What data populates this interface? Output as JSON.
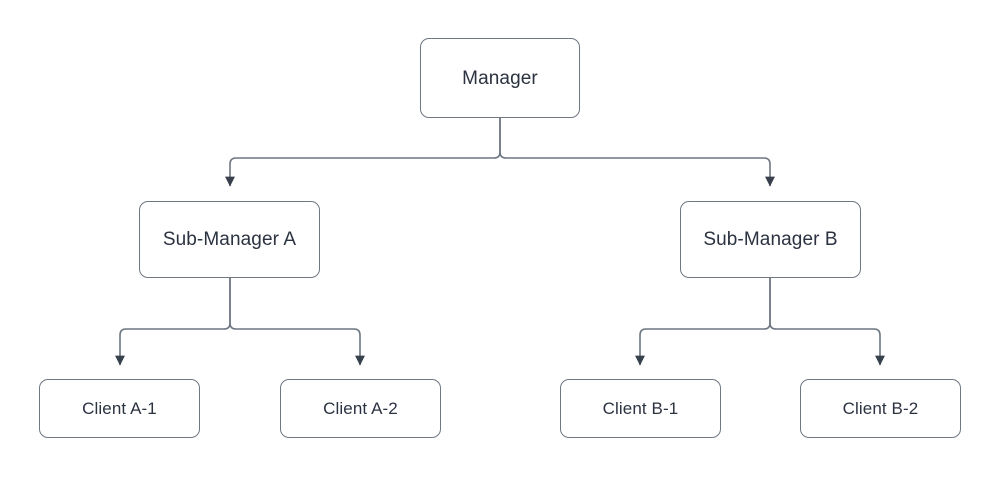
{
  "diagram": {
    "type": "organization-hierarchy-flowchart",
    "title": "",
    "colors": {
      "background": "#ffffff",
      "node_fill": "#ffffff",
      "node_border": "#6e7782",
      "text": "#2b3240",
      "connector": "#6e7782",
      "arrowhead": "#39404d"
    },
    "nodes": [
      {
        "id": "manager",
        "label": "Manager",
        "level": 0
      },
      {
        "id": "sub_a",
        "label": "Sub-Manager A",
        "level": 1
      },
      {
        "id": "sub_b",
        "label": "Sub-Manager B",
        "level": 1
      },
      {
        "id": "client_a1",
        "label": "Client A-1",
        "level": 2
      },
      {
        "id": "client_a2",
        "label": "Client A-2",
        "level": 2
      },
      {
        "id": "client_b1",
        "label": "Client B-1",
        "level": 2
      },
      {
        "id": "client_b2",
        "label": "Client B-2",
        "level": 2
      }
    ],
    "edges": [
      {
        "from": "manager",
        "to": "sub_a",
        "arrow": true
      },
      {
        "from": "manager",
        "to": "sub_b",
        "arrow": true
      },
      {
        "from": "sub_a",
        "to": "client_a1",
        "arrow": true
      },
      {
        "from": "sub_a",
        "to": "client_a2",
        "arrow": true
      },
      {
        "from": "sub_b",
        "to": "client_b1",
        "arrow": true
      },
      {
        "from": "sub_b",
        "to": "client_b2",
        "arrow": true
      }
    ]
  }
}
